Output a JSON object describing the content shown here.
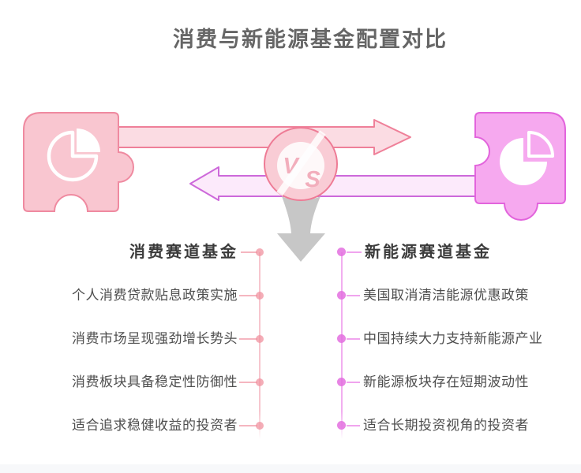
{
  "title": "消费与新能源基金配置对比",
  "vs_badge": {
    "letters": [
      "V",
      "S"
    ]
  },
  "left_column": {
    "header": "消费赛道基金",
    "items": [
      "个人消费贷款贴息政策实施",
      "消费市场呈现强劲增长势头",
      "消费板块具备稳定性防御性",
      "适合追求稳健收益的投资者"
    ],
    "accent_color": "#f0919f",
    "line_color": "#f7c6ce"
  },
  "right_column": {
    "header": "新能源赛道基金",
    "items": [
      "美国取消清洁能源优惠政策",
      "中国持续大力支持新能源产业",
      "新能源板块存在短期波动性",
      "适合长期投资视角的投资者"
    ],
    "accent_color": "#e36fdf",
    "line_color": "#f2aef0"
  },
  "graphic": {
    "left_puzzle_fill": "#f9c6d0",
    "left_puzzle_border": "#ef8aa0",
    "right_puzzle_fill": "#f6a9ef",
    "right_puzzle_border": "#e264dc",
    "top_arrow_fill": "#fbdce3",
    "top_arrow_border": "#ef8099",
    "bottom_arrow_fill": "#fceafb",
    "bottom_arrow_border": "#cd69da",
    "vs_circle_fill": "#f9ccd5",
    "vs_circle_border": "#ee7b95",
    "vs_letter_color": "#f2aebc",
    "down_arrow_color": "#c7c7c7",
    "pie_icon_color": "#ffffff"
  }
}
